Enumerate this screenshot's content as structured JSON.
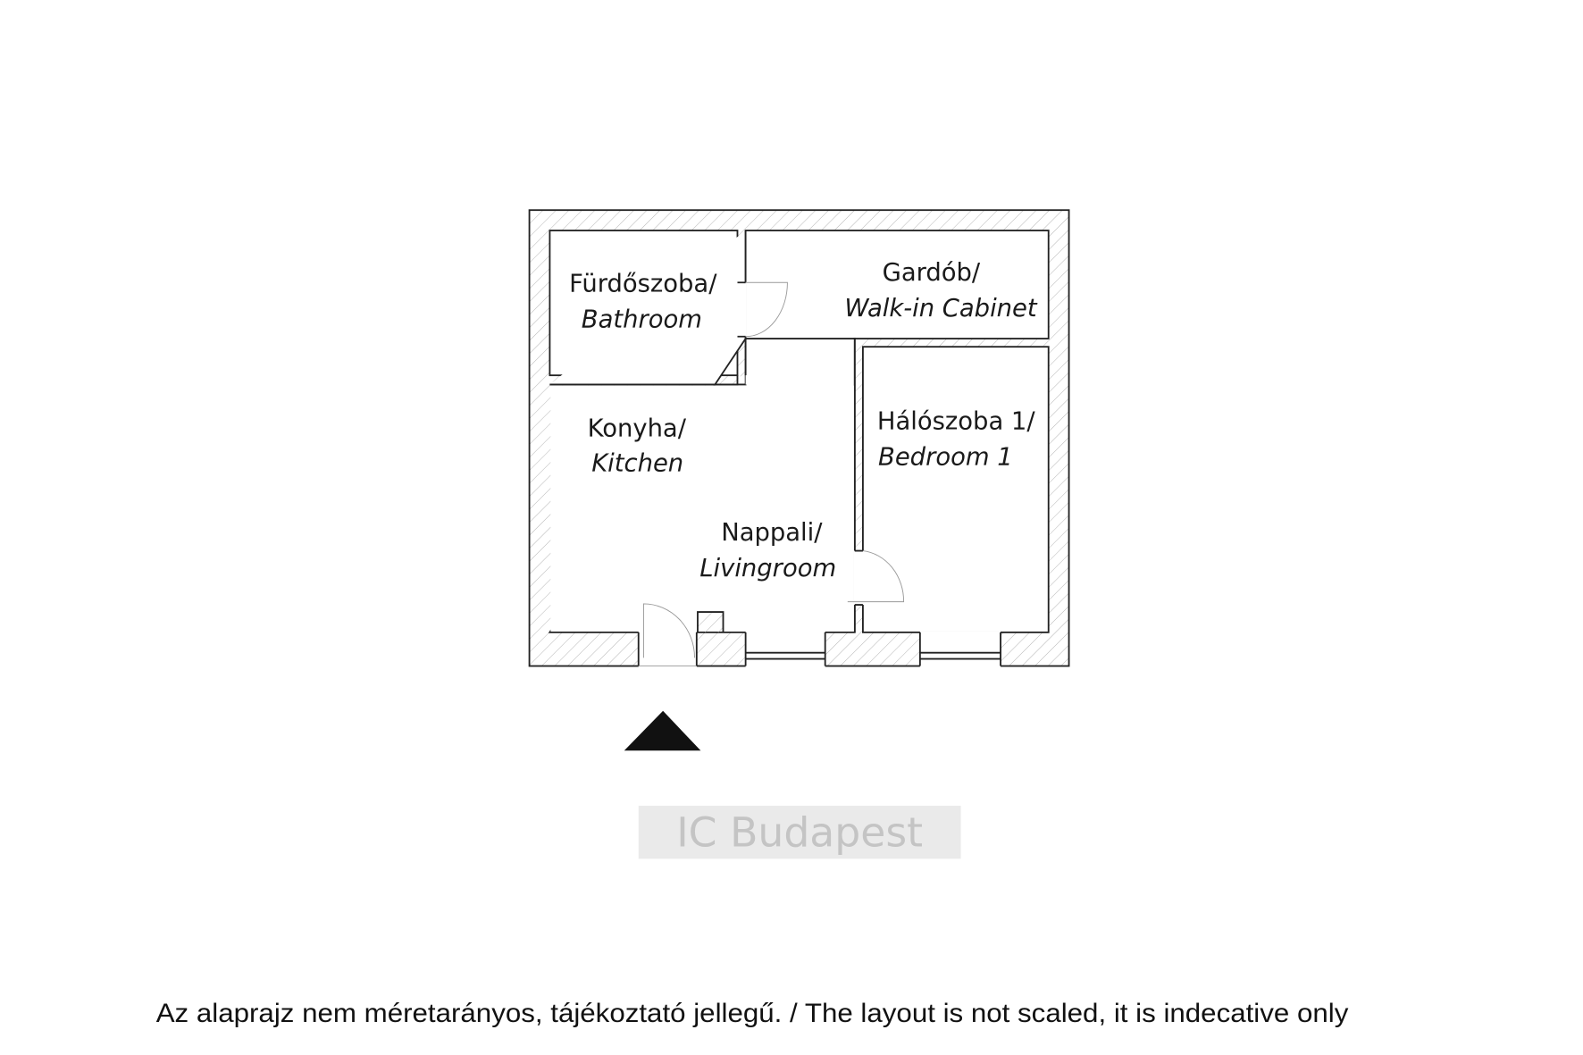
{
  "plan": {
    "rooms": [
      {
        "name": "Fürdőszoba/",
        "english": "Bathroom"
      },
      {
        "name": "Gardób/",
        "english": "Walk-in Cabinet"
      },
      {
        "name": "Hálószoba 1/",
        "english": "Bedroom 1"
      },
      {
        "name": "Konyha/",
        "english": "Kitchen"
      },
      {
        "name": "Nappali/",
        "english": "Livingroom"
      }
    ],
    "watermark": "IC Budapest",
    "entrance_icon": "triangle-entrance-marker"
  },
  "footer": {
    "disclaimer": "Az alaprajz nem méretarányos, tájékoztató jellegű. / The layout is not scaled, it is indecative only"
  },
  "colors": {
    "wall": "#222222",
    "hatch": "#b0b0b0",
    "watermark_bg": "#e6e6e6"
  }
}
